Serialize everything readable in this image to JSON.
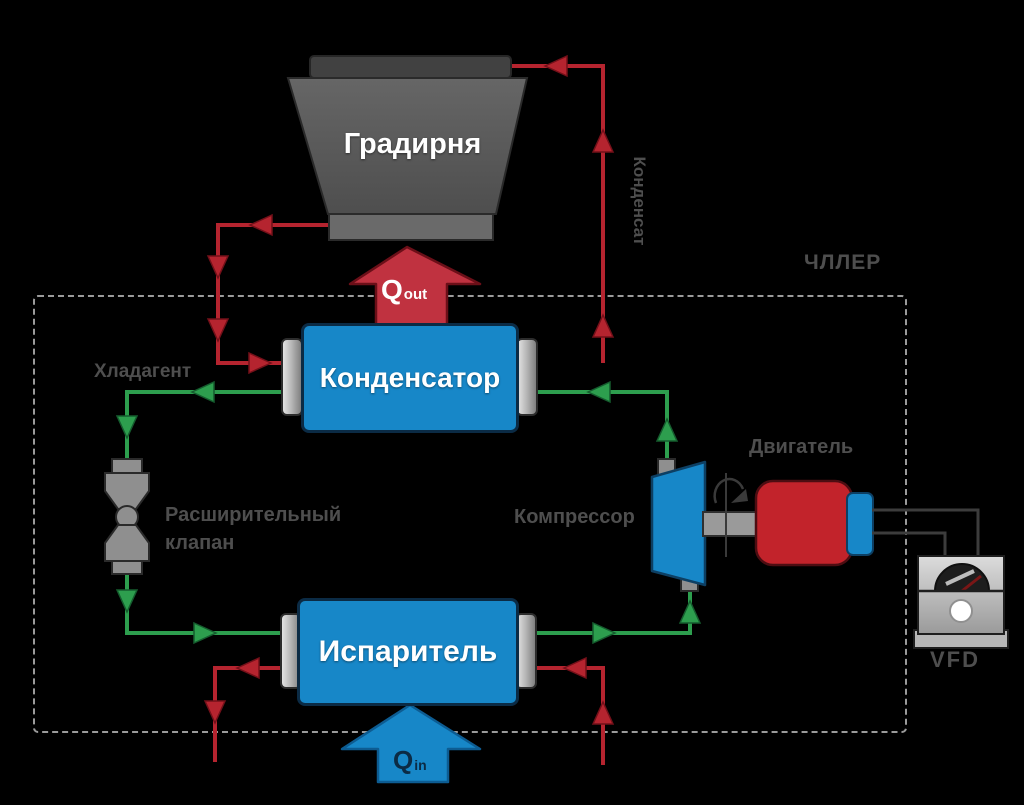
{
  "colors": {
    "background": "#000000",
    "pipe_red": "#b5242f",
    "pipe_green": "#2d9e4e",
    "equipment_blue": "#1787c8",
    "motor_red": "#c2232b",
    "qout_red": "#c03240",
    "metal_gray": "#8f8f8f",
    "tower_gray": "#585858",
    "label_gray": "#4e4e4e",
    "boundary_gray": "#9b9b9b",
    "wire_gray": "#3c3c3c",
    "qin_text": "#0b2b45"
  },
  "components": {
    "cooling_tower": {
      "label": "Градирня"
    },
    "condenser": {
      "label": "Конденсатор"
    },
    "evaporator": {
      "label": "Испаритель"
    },
    "compressor": {
      "label": "Компрессор"
    },
    "motor": {
      "label": "Двигатель"
    },
    "expansion_valve": {
      "label_line1": "Расширительный",
      "label_line2": "клапан"
    },
    "vfd": {
      "label": "VFD"
    }
  },
  "flows": {
    "refrigerant": {
      "label": "Хладагент"
    },
    "condensate": {
      "label": "Конденсат"
    },
    "heat_out": {
      "symbol": "Q",
      "subscript": "out"
    },
    "heat_in": {
      "symbol": "Q",
      "subscript": "in"
    }
  },
  "boundary": {
    "label": "ЧЛЛЕР"
  }
}
